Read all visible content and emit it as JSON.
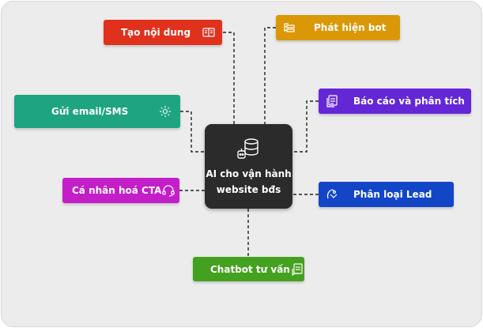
{
  "hub": {
    "line1": "AI cho vận hành",
    "line2": "website bđs",
    "icon": "database-robot-icon"
  },
  "nodes": {
    "tao_noi_dung": {
      "label": "Tạo nội dung",
      "color": "#e0311c",
      "icon": "book-icon"
    },
    "phat_hien_bot": {
      "label": "Phát hiện bot",
      "color": "#db9806",
      "icon": "filter-list-icon"
    },
    "gui_email": {
      "label": "Gửi email/SMS",
      "color": "#1ea480",
      "icon": "broadcast-icon"
    },
    "bao_cao": {
      "label": "Báo cáo và phân tích",
      "color": "#6427d6",
      "icon": "report-icon"
    },
    "ca_nhan_hoa": {
      "label": "Cá nhân hoá CTA",
      "color": "#c41ec8",
      "icon": "headset-icon"
    },
    "phan_loai": {
      "label": "Phân loại Lead",
      "color": "#1346c7",
      "icon": "sort-icon"
    },
    "chatbot": {
      "label": "Chatbot tư vấn",
      "color": "#44a11f",
      "icon": "chat-document-icon"
    }
  }
}
